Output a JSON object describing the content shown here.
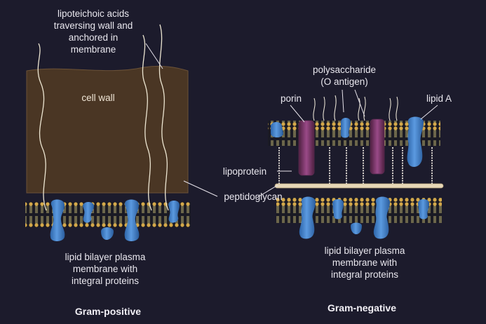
{
  "labels": {
    "lipoteichoic": "lipoteichoic acids\ntraversing wall and\nanchored in\nmembrane",
    "cell_wall": "cell wall",
    "polysaccharide": "polysaccharide\n(O antigen)",
    "porin": "porin",
    "lipid_a": "lipid A",
    "lipoprotein": "lipoprotein",
    "peptidoglycan": "peptidoglycan",
    "membrane_left": "lipid bilayer plasma\nmembrane with\nintegral proteins",
    "membrane_right": "lipid bilayer plasma\nmembrane with\nintegral proteins"
  },
  "titles": {
    "gram_positive": "Gram-positive",
    "gram_negative": "Gram-negative"
  },
  "colors": {
    "background": "#1c1b2c",
    "cell_wall": "#4a3624",
    "protein": "#3f7fc6",
    "porin": "#7a3a6c",
    "lipid_head": "#d4a84a",
    "peptidoglycan_layer": "#e7d8b8",
    "label_text": "#e9e7ee"
  }
}
